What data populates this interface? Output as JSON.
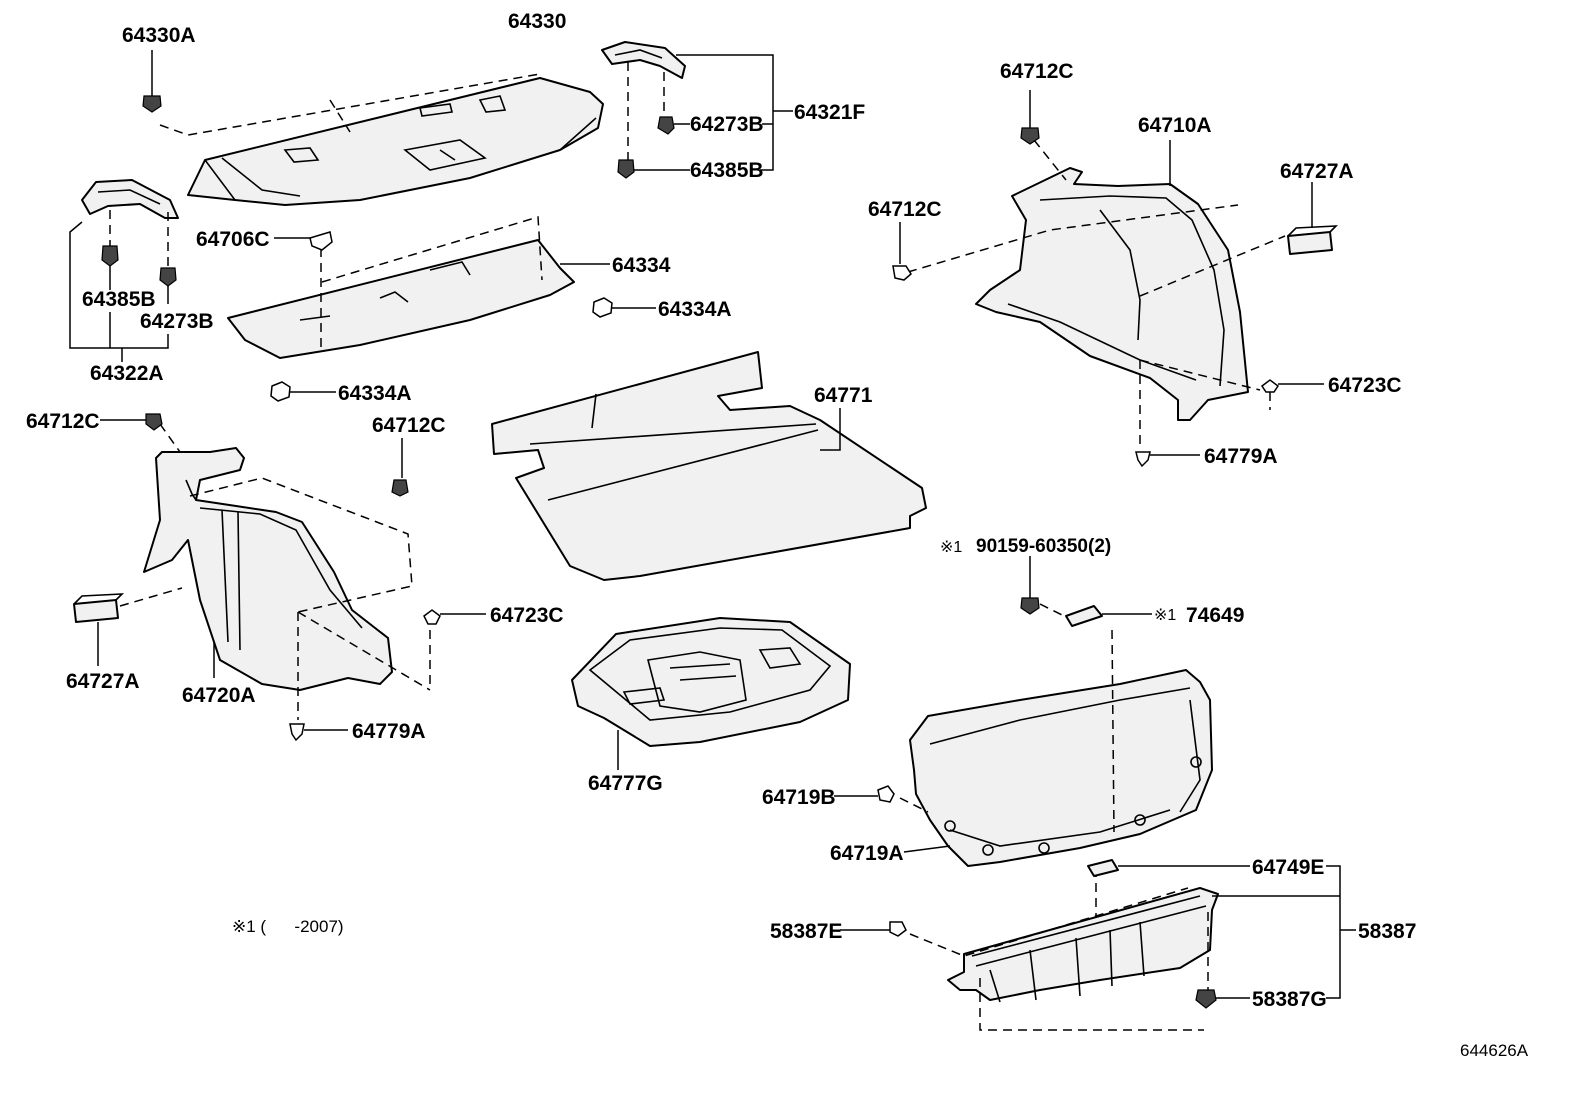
{
  "diagram": {
    "callouts": {
      "p64330A": "64330A",
      "p64330": "64330",
      "p64321F": "64321F",
      "p64273B_top": "64273B",
      "p64385B_top": "64385B",
      "p64385B_left": "64385B",
      "p64273B_left": "64273B",
      "p64322A": "64322A",
      "p64706C": "64706C",
      "p64334": "64334",
      "p64334A_right": "64334A",
      "p64334A_left": "64334A",
      "p64712C_a": "64712C",
      "p64712C_b": "64712C",
      "p64712C_c": "64712C",
      "p64712C_d": "64712C",
      "p64710A": "64710A",
      "p64727A_right": "64727A",
      "p64727A_left": "64727A",
      "p64723C_right": "64723C",
      "p64723C_left": "64723C",
      "p64779A_right": "64779A",
      "p64779A_left": "64779A",
      "p64771": "64771",
      "p64720A": "64720A",
      "p64777G": "64777G",
      "p90159": "90159-60350(2)",
      "p74649": "74649",
      "p64719B": "64719B",
      "p64719A": "64719A",
      "p64749E": "64749E",
      "p58387": "58387",
      "p58387E": "58387E",
      "p58387G": "58387G"
    },
    "marks": {
      "note_mark_a": "※1",
      "note_mark_b": "※1"
    },
    "footnote": "※1 (      -2007)",
    "illustration_code": "644626A"
  }
}
